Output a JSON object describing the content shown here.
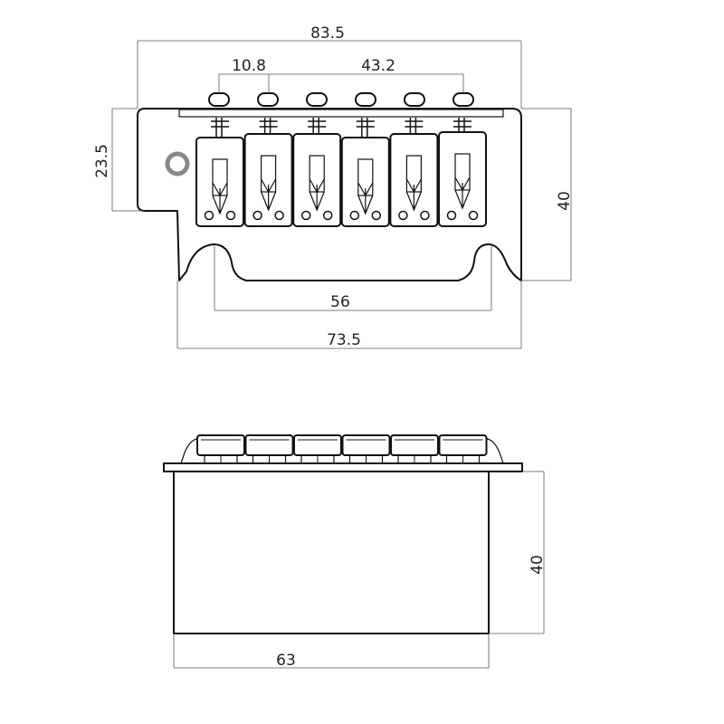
{
  "top_view": {
    "dimensions": {
      "overall_width": "83.5",
      "string_spacing_single": "10.8",
      "string_spacing_total": "43.2",
      "mount_height": "23.5",
      "body_height": "40",
      "stud_spacing": "56",
      "base_width": "73.5"
    },
    "saddle_count": 6
  },
  "side_view": {
    "dimensions": {
      "block_height": "40",
      "block_width": "63"
    },
    "saddle_count": 6
  }
}
